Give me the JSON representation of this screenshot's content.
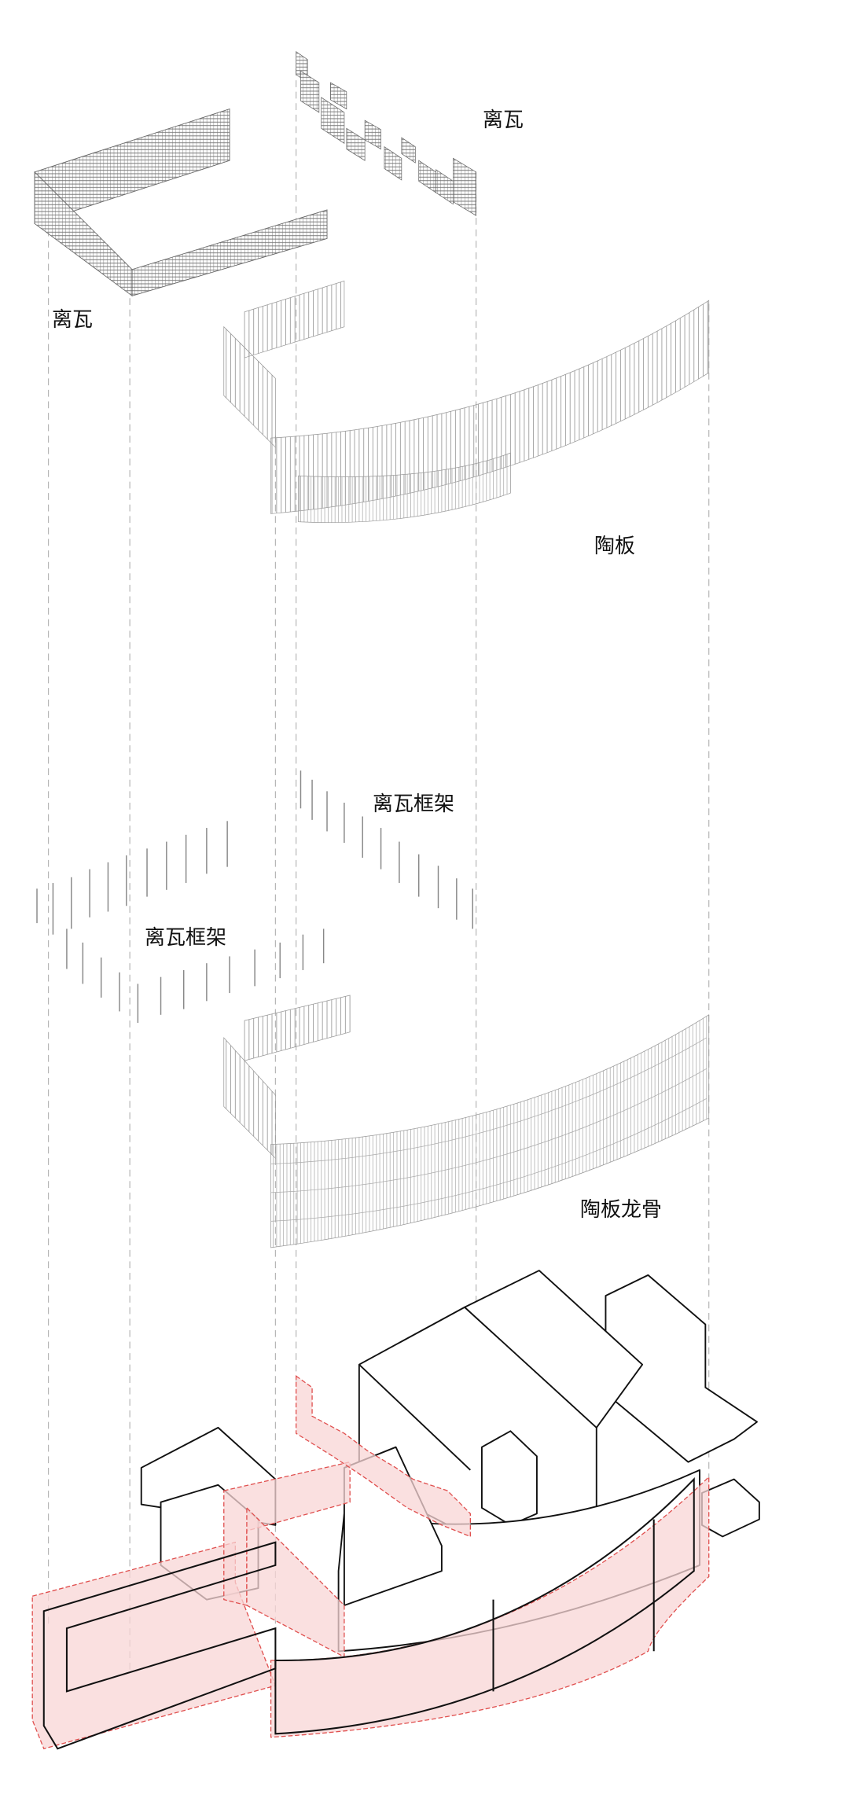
{
  "labels": {
    "top_right_tile": "离瓦",
    "top_left_tile": "离瓦",
    "terracotta_panel": "陶板",
    "tile_frame_right": "离瓦框架",
    "tile_frame_left": "离瓦框架",
    "terracotta_keel": "陶板龙骨"
  },
  "colors": {
    "line": "#111111",
    "mesh": "#8a8a8a",
    "guide": "#b5b5b5",
    "highlight_fill": "#f8d6d6",
    "highlight_stroke": "#e0504f"
  }
}
